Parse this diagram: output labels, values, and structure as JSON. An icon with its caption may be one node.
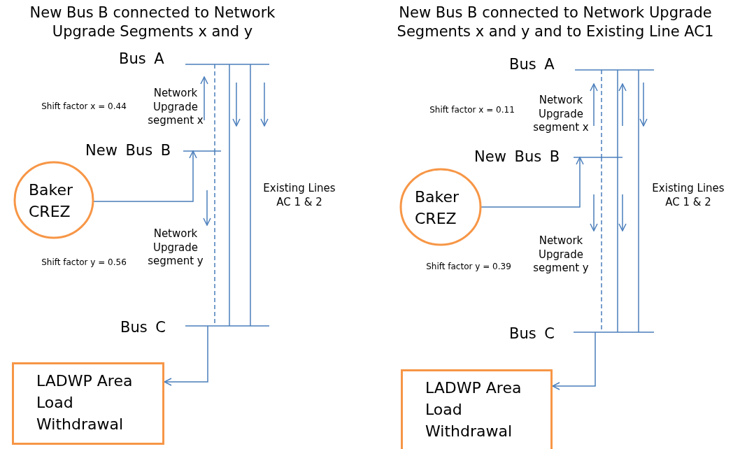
{
  "diagram": {
    "nodes": [
      {
        "text": [
          "Bus A"
        ]
      },
      {
        "text": [
          "New Bus B"
        ]
      },
      {
        "text": [
          "Baker CREZ"
        ]
      },
      {
        "text": [
          "Bus C"
        ]
      },
      {
        "text": [
          "LADWP Area Load Withdrawal"
        ]
      },
      {
        "text": [
          "Bus A"
        ]
      },
      {
        "text": [
          "New Bus B"
        ]
      },
      {
        "text": [
          "Baker CREZ"
        ]
      },
      {
        "text": [
          "Bus C"
        ]
      },
      {
        "text": [
          "LADWP Area Load Withdrawal"
        ]
      }
    ],
    "edges": [
      {
        "from": 0,
        "to": 1,
        "arrow": "none",
        "style": "dashed"
      },
      {
        "from": 1,
        "to": 3,
        "arrow": "none",
        "style": "dashed"
      },
      {
        "from": 0,
        "to": 3,
        "arrow": "none"
      },
      {
        "from": 0,
        "to": 3,
        "arrow": "none"
      },
      {
        "from": 2,
        "to": 1,
        "arrow": "to"
      },
      {
        "from": 3,
        "to": 4,
        "arrow": "to"
      },
      {
        "from": 5,
        "to": 6,
        "arrow": "none",
        "style": "dashed"
      },
      {
        "from": 6,
        "to": 8,
        "arrow": "none",
        "style": "dashed"
      },
      {
        "from": 5,
        "to": 6,
        "arrow": "none"
      },
      {
        "from": 6,
        "to": 8,
        "arrow": "none"
      },
      {
        "from": 5,
        "to": 8,
        "arrow": "none"
      },
      {
        "from": 7,
        "to": 6,
        "arrow": "to"
      },
      {
        "from": 8,
        "to": 9,
        "arrow": "to"
      }
    ],
    "labels": [
      "New Bus B connected to Network Upgrade Segments x and y",
      "Network Upgrade segment x",
      "Shift factor x = 0.44",
      "Existing Lines AC 1 & 2",
      "Network Upgrade segment y",
      "Shift factor y = 0.56",
      "New Bus B connected to Network Upgrade Segments x and y and to Existing Line AC1",
      "Network Upgrade segment x",
      "Shift factor x = 0.11",
      "Existing Lines AC 1 & 2",
      "Network Upgrade segment y",
      "Shift factor y = 0.39"
    ]
  }
}
